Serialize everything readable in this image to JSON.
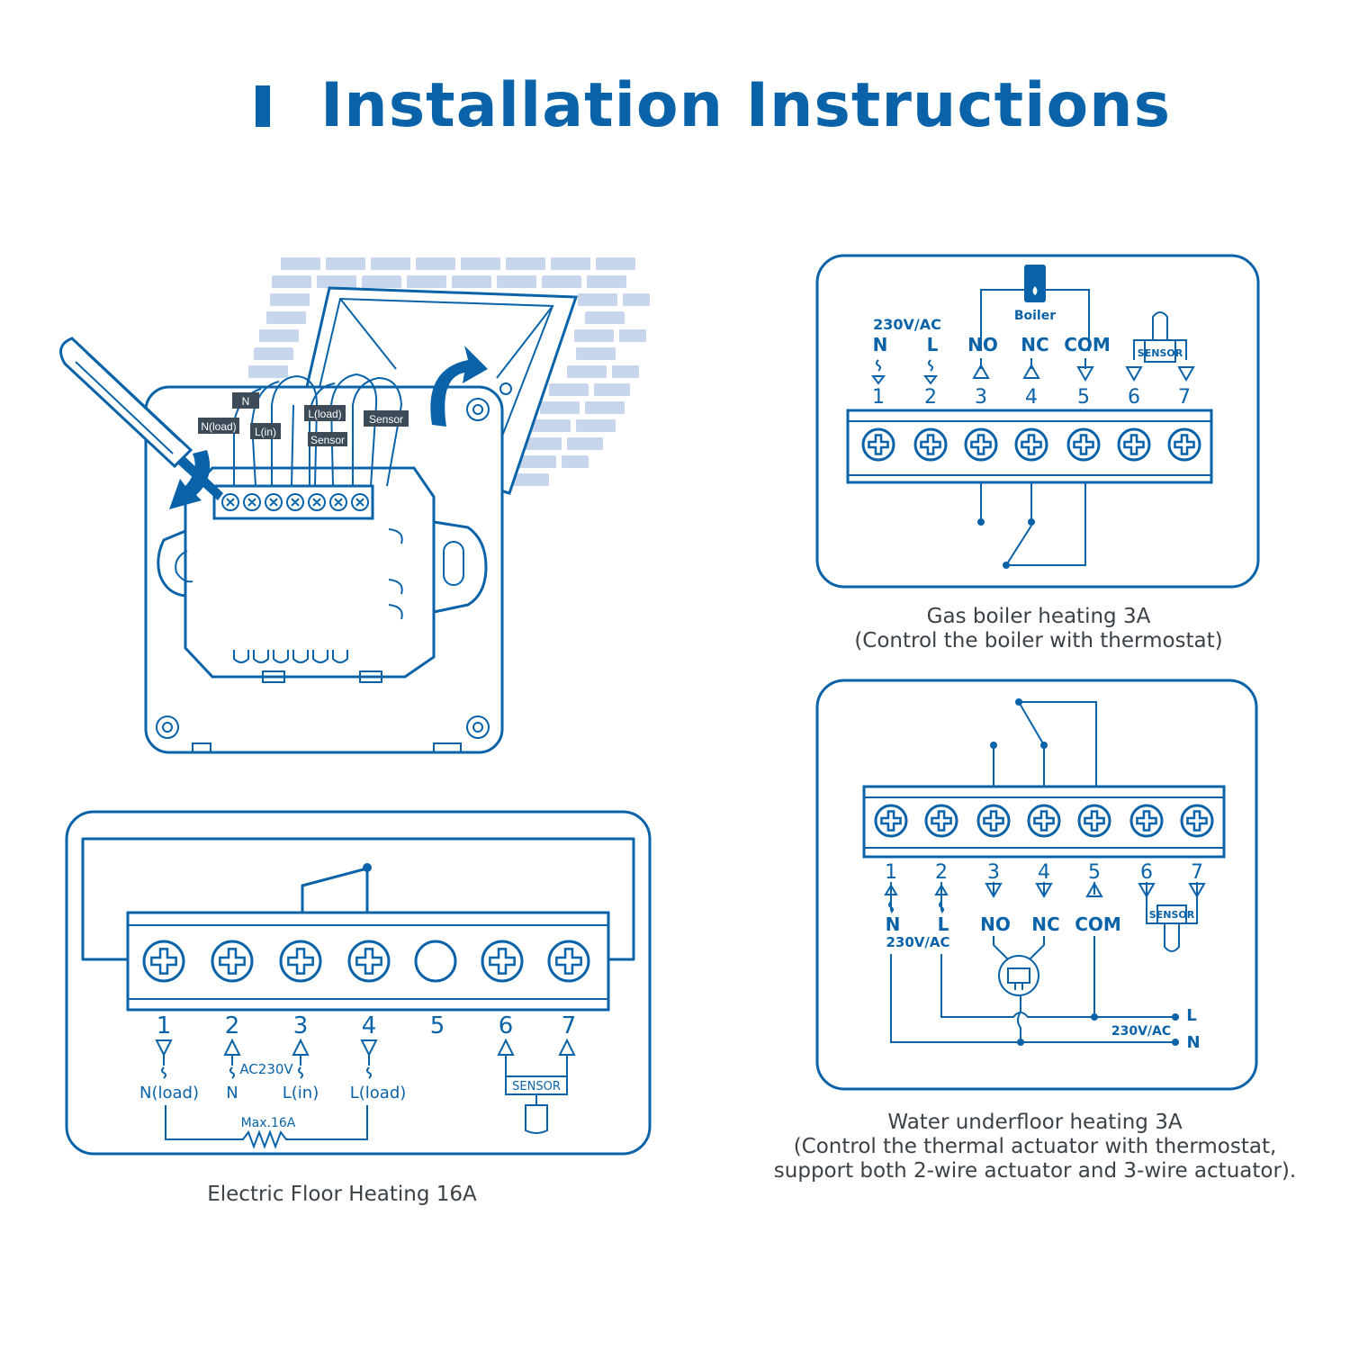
{
  "page": {
    "title": "Installation Instructions"
  },
  "device": {
    "wire_labels": [
      "N(load)",
      "N",
      "L(in)",
      "L(load)",
      "Sensor",
      "Sensor"
    ]
  },
  "electric": {
    "caption": "Electric Floor Heating 16A",
    "terminals": [
      "1",
      "2",
      "3",
      "4",
      "5",
      "6",
      "7"
    ],
    "labels": {
      "nload": "N(load)",
      "n": "N",
      "lin": "L(in)",
      "lload": "L(load)",
      "ac": "AC230V",
      "sensor": "SENSOR",
      "max": "Max.16A"
    }
  },
  "boiler": {
    "caption_line1": "Gas boiler heating 3A",
    "caption_line2": "(Control the boiler with thermostat)",
    "terminals": [
      "1",
      "2",
      "3",
      "4",
      "5",
      "6",
      "7"
    ],
    "labels": {
      "voltage": "230V/AC",
      "n": "N",
      "l": "L",
      "no": "NO",
      "nc": "NC",
      "com": "COM",
      "boiler": "Boiler",
      "sensor": "SENSOR"
    }
  },
  "water": {
    "caption_line1": "Water underfloor heating 3A",
    "caption_line2": "(Control the thermal actuator with thermostat,",
    "caption_line3": "support both 2-wire actuator and 3-wire actuator).",
    "terminals": [
      "1",
      "2",
      "3",
      "4",
      "5",
      "6",
      "7"
    ],
    "labels": {
      "n": "N",
      "l": "L",
      "voltage": "230V/AC",
      "no": "NO",
      "nc": "NC",
      "com": "COM",
      "sensor": "SENSOR",
      "supply": "230V/AC",
      "supply_l": "L",
      "supply_n": "N"
    }
  },
  "colors": {
    "primary": "#0a63a8",
    "brick": "#c7d6ec",
    "caption": "#3a4147"
  }
}
